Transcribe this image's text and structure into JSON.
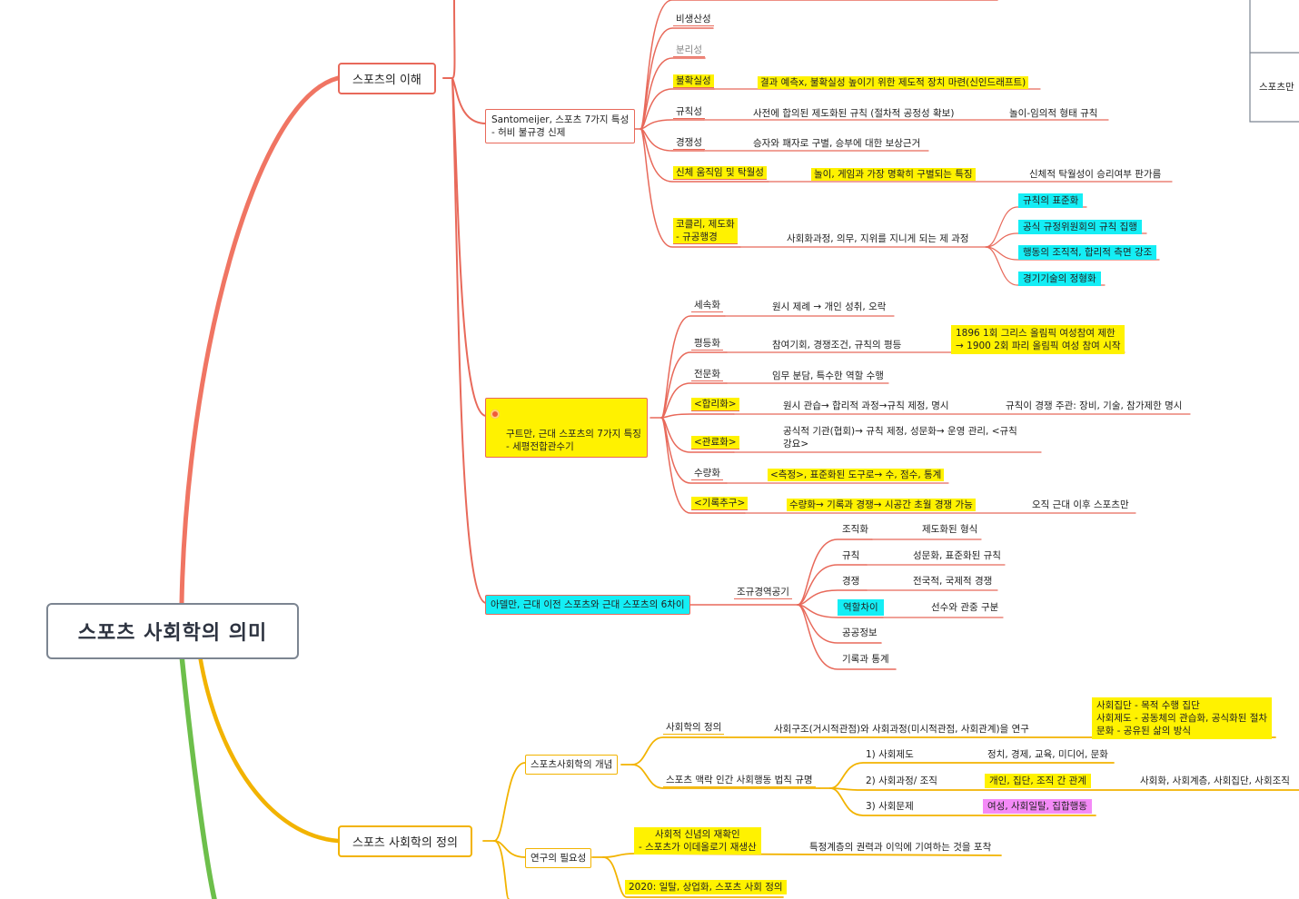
{
  "root": {
    "title": "스포츠 사회학의 의미"
  },
  "topics": {
    "understanding": "스포츠의 이해",
    "definition": "스포츠 사회학의 정의"
  },
  "santomeijer": {
    "label": "Santomeijer, 스포츠 7가지 특성\n- 허비 불규경 신제",
    "items": {
      "unproductive": "비생산성",
      "separate": "분리성",
      "uncertain": "불확실성",
      "uncertain_desc": "결과 예측x, 불확실성 높이기 위한 제도적 장치 마련(신인드래프트)",
      "rule": "규칙성",
      "rule_desc": "사전에 합의된 제도화된 규칙 (절차적 공정성 확보)",
      "rule_desc2": "놀이-임의적 형태 규칙",
      "compete": "경쟁성",
      "compete_desc": "승자와 패자로 구별, 승부에 대한 보상근거",
      "physical": "신체 움직임 및 탁월성",
      "physical_desc": "놀이, 게임과 가장 명확히 구별되는 특징",
      "physical_desc2": "신체적 탁월성이 승리여부 판가름",
      "coakley": "코클리, 제도화\n- 규공행경",
      "coakley_desc": "사회화과정, 의무, 지위를 지니게 되는 제 과정",
      "c1": "규칙의 표준화",
      "c2": "공식 규정위원회의 규칙 집행",
      "c3": "행동의 조직적, 합리적 측면 강조",
      "c4": "경기기술의 정형화"
    }
  },
  "guttmann": {
    "label": "구트만, 근대 스포츠의 7가지 특징\n- 세평전합관수기",
    "secular": "세속화",
    "secular_desc": "원시 제례 → 개인 성취, 오락",
    "equality": "평등화",
    "equality_desc": "참여기회, 경쟁조건, 규칙의 평등",
    "equality_note": "1896 1회 그리스 올림픽 여성참여 제한\n→ 1900 2회 파리 올림픽 여성 참여 시작",
    "special": "전문화",
    "special_desc": "임무 분담, 특수한 역할 수행",
    "rational": "<합리화>",
    "rational_desc": "원시 관습→ 합리적 과정→규칙 제정, 명시",
    "rational_desc2": "규칙이 경쟁 주관: 장비, 기술, 참가제한 명시",
    "bureau": "<관료화>",
    "bureau_desc": "공식적 기관(협회)→ 규칙 제정, 성문화→ 운영 관리, <규칙\n강요>",
    "quant": "수량화",
    "quant_desc": "<측정>, 표준화된 도구로→ 수, 점수, 통계",
    "record": "<기록추구>",
    "record_desc": "수량화→ 기록과 경쟁→ 시공간 초월 경쟁 가능",
    "record_desc2": "오직 근대 이후 스포츠만"
  },
  "adelman": {
    "label": "아델만, 근대 이전 스포츠와 근대 스포츠의 6차이",
    "mid": "조규경역공기",
    "rows": [
      {
        "k": "조직화",
        "v": "제도화된 형식"
      },
      {
        "k": "규칙",
        "v": "성문화, 표준화된 규칙"
      },
      {
        "k": "경쟁",
        "v": "전국적, 국제적 경쟁"
      },
      {
        "k": "역할차이",
        "v": "선수와 관중 구분"
      },
      {
        "k": "공공정보",
        "v": ""
      },
      {
        "k": "기록과 통계",
        "v": ""
      }
    ]
  },
  "concept": {
    "label": "스포츠사회학의 개념",
    "def": "사회학의 정의",
    "def_desc": "사회구조(거시적관점)와 사회과정(미시적관점, 사회관계)을 연구",
    "def_note": "사회집단 - 목적 수행 집단\n사회제도 - 공동체의 관습화, 공식화된 절차\n문화 - 공유된 삶의 방식",
    "law": "스포츠 맥락 인간 사회행동 법칙 규명",
    "l1": "1) 사회제도",
    "l1_desc": "정치, 경제, 교육, 미디어, 문화",
    "l2": "2) 사회과정/ 조직",
    "l2_desc": "개인, 집단, 조직 간 관계",
    "l2_desc2": "사회화, 사회계층, 사회집단, 사회조직",
    "l3": "3) 사회문제",
    "l3_desc": "여성, 사회일탈, 집합행동"
  },
  "need": {
    "label": "연구의 필요성",
    "a": "사회적 신념의 재확인\n- 스포츠가 이데올로기 재생산",
    "a_desc": "특정계층의 권력과 이익에 기여하는 것을 포착",
    "b": "2020: 일탈, 상업화, 스포츠 사회 정의"
  },
  "corner": {
    "label": "스포츠만"
  },
  "colors": {
    "red": "#e8695a",
    "orange": "#f2b300",
    "green": "#6dbf4b",
    "yellow": "#fff200",
    "cyan": "#14eef5",
    "pink": "#f48af7"
  }
}
